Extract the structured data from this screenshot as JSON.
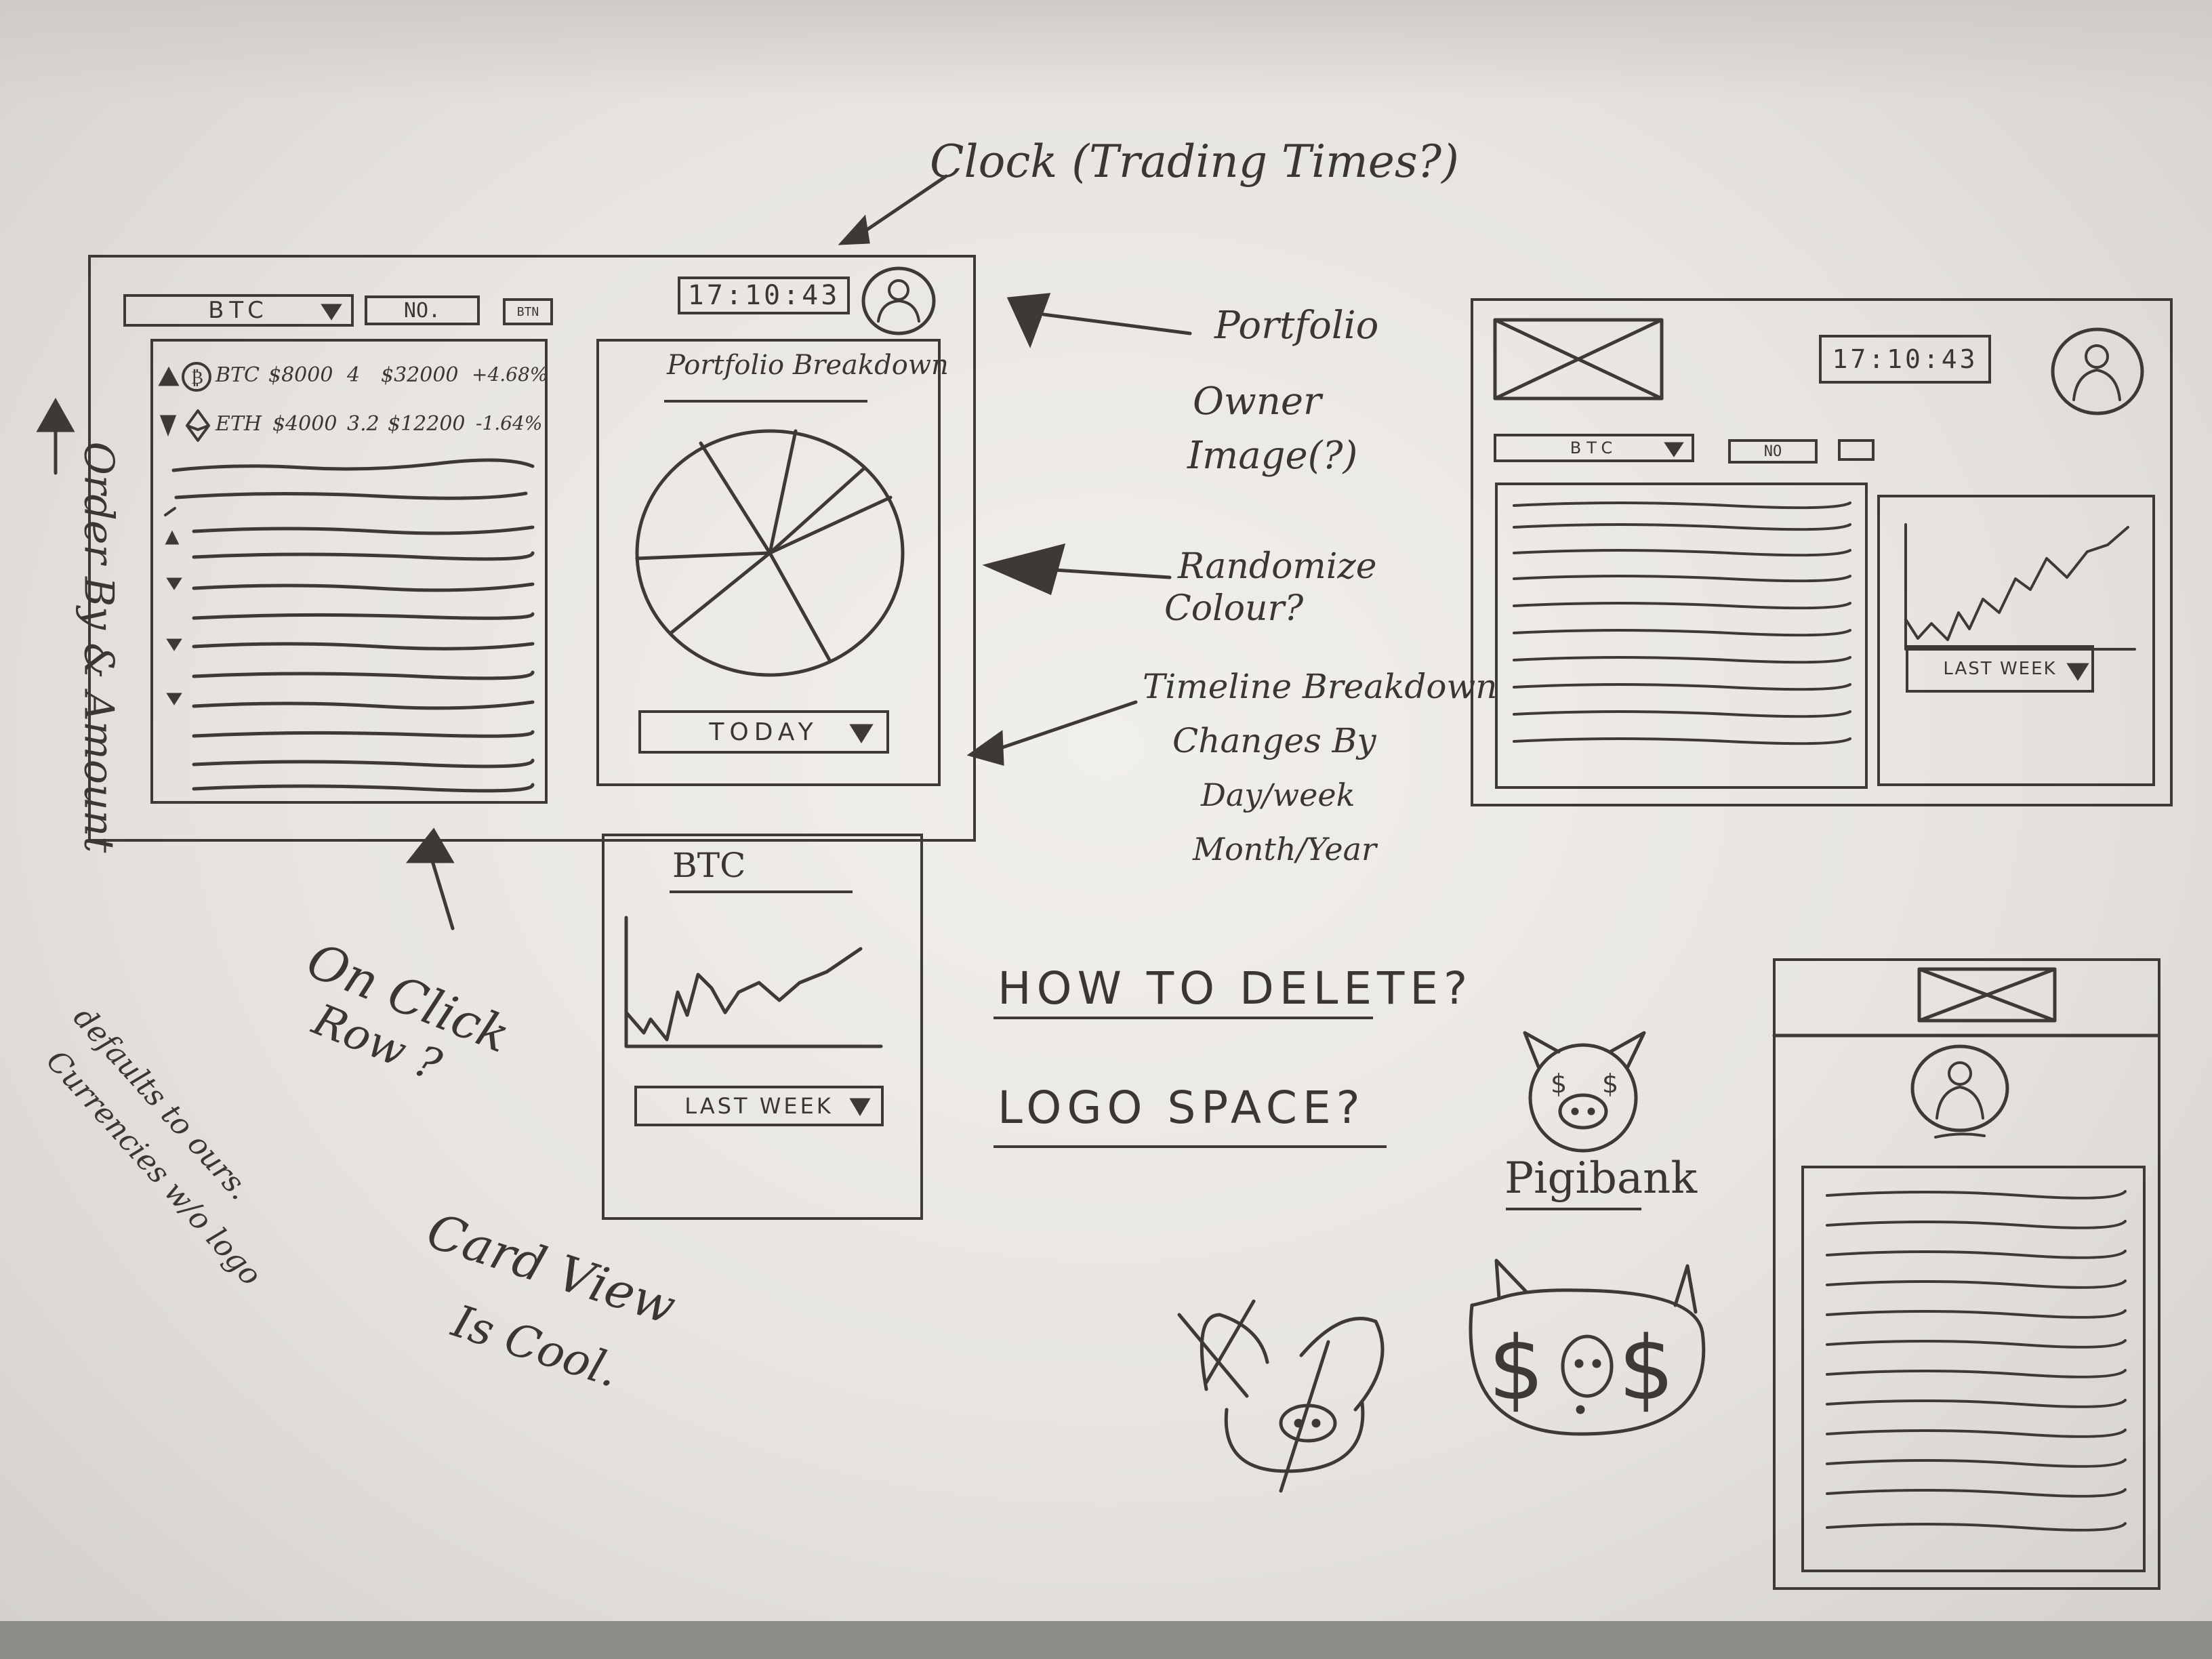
{
  "main_sketch": {
    "currency_select": "BTC",
    "no_field": "NO.",
    "small_button": "BTN",
    "clock": "17:10:43",
    "rows": [
      {
        "coin": "BTC",
        "price": "$8000",
        "amount": "4",
        "total": "$32000",
        "change": "+4.68%"
      },
      {
        "coin": "ETH",
        "price": "$4000",
        "amount": "3.2",
        "total": "$12200",
        "change": "-1.64%"
      }
    ],
    "portfolio_title": "Portfolio Breakdown",
    "timeline_select": "TODAY",
    "card_title": "BTC",
    "card_select": "LAST WEEK"
  },
  "right_sketch": {
    "clock": "17:10:43",
    "currency_select": "BTC",
    "no_field": "NO",
    "timeline_select": "LAST WEEK"
  },
  "annotations": {
    "clock": "Clock (Trading Times?)",
    "portfolio_owner": [
      "Portfolio",
      "Owner",
      "Image(?)"
    ],
    "randomize": [
      "Randomize",
      "Colour?"
    ],
    "timeline": [
      "Timeline Breakdown",
      "Changes By",
      "Day/week",
      "Month/Year"
    ],
    "order_by": "Order By & Amount",
    "on_click": [
      "On Click",
      "Row ?"
    ],
    "currencies": [
      "Currencies w/o logo",
      "defaults to ours."
    ],
    "card_view": [
      "Card View",
      "Is Cool."
    ],
    "how_to_delete": "HOW TO DELETE?",
    "logo_space": "LOGO SPACE?",
    "pigibank": "Pigibank"
  }
}
